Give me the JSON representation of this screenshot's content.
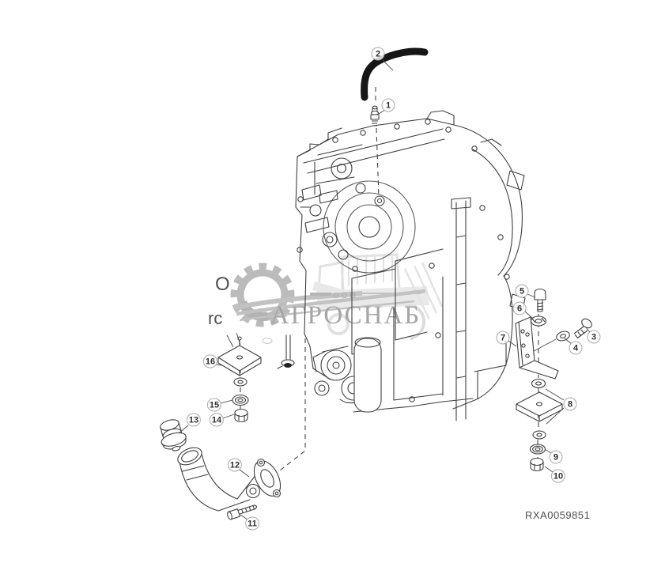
{
  "watermark": {
    "company_prefix": "ооо",
    "company_name": "АГРОСНАБ"
  },
  "text_fragments": {
    "line1": "O",
    "line2": "rc"
  },
  "drawing": {
    "reference_code": "RXA0059851",
    "type": "exploded-parts-diagram",
    "subject": "transmission housing with breather hose, mounting brackets and oil fill tube"
  },
  "colors": {
    "line": "#3f3f3f",
    "hose_black": "#161616",
    "watermark_gray": "#b4b4b4",
    "callout_ring": "#a9a9a9",
    "code_text": "#4e4e4e"
  },
  "callouts": [
    {
      "label": "1"
    },
    {
      "label": "2"
    },
    {
      "label": "3"
    },
    {
      "label": "4"
    },
    {
      "label": "5"
    },
    {
      "label": "6"
    },
    {
      "label": "7"
    },
    {
      "label": "8"
    },
    {
      "label": "9"
    },
    {
      "label": "10"
    },
    {
      "label": "11"
    },
    {
      "label": "12"
    },
    {
      "label": "13"
    },
    {
      "label": "14"
    },
    {
      "label": "15"
    },
    {
      "label": "16"
    }
  ]
}
